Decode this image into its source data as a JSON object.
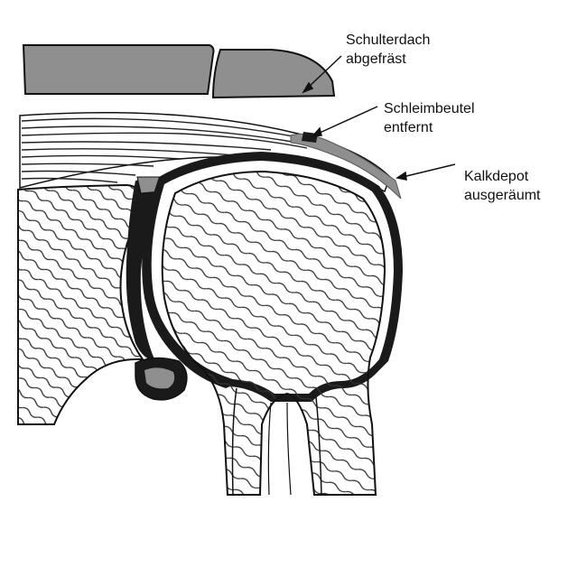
{
  "labels": {
    "acromion": {
      "line1": "Schulterdach",
      "line2": "abgefräst"
    },
    "bursa": {
      "line1": "Schleimbeutel",
      "line2": "entfernt"
    },
    "calcium": {
      "line1": "Kalkdepot",
      "line2": "ausgeräumt"
    }
  },
  "colors": {
    "bone_gray": "#8f8f8f",
    "outline": "#111111",
    "hatch": "#333333",
    "dark_tissue": "#1a1a1a",
    "background": "#ffffff"
  }
}
